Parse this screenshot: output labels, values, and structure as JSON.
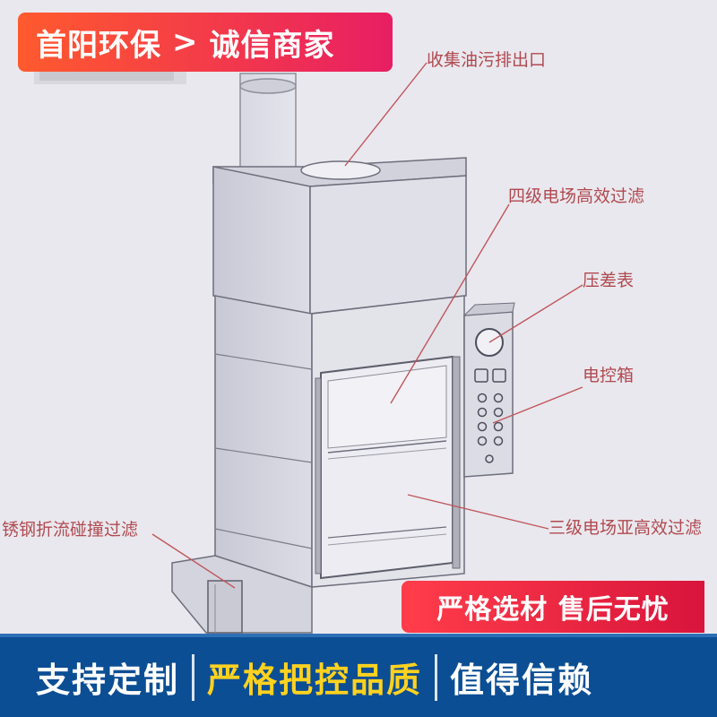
{
  "top_badge": {
    "brand": "首阳环保",
    "separator": ">",
    "tag": "诚信商家"
  },
  "callouts": [
    {
      "id": "oil-outlet",
      "text": "收集油污排出口"
    },
    {
      "id": "four-stage",
      "text": "四级电场高效过滤"
    },
    {
      "id": "pressure-gauge",
      "text": "压差表"
    },
    {
      "id": "control-box",
      "text": "电控箱"
    },
    {
      "id": "three-stage",
      "text": "三级电场亚高效过滤"
    },
    {
      "id": "baffle-filter",
      "text": "锈钢折流碰撞过滤"
    }
  ],
  "promo_badge": {
    "text": "严格选材 售后无忧"
  },
  "bottom_bar": {
    "items": [
      {
        "text": "支持定制",
        "accent": false
      },
      {
        "text": "严格把控品质",
        "accent": true
      },
      {
        "text": "值得信赖",
        "accent": false
      }
    ],
    "colors": {
      "background": "#0c4e94",
      "accent": "#ffd21f",
      "text": "#ffffff"
    }
  }
}
